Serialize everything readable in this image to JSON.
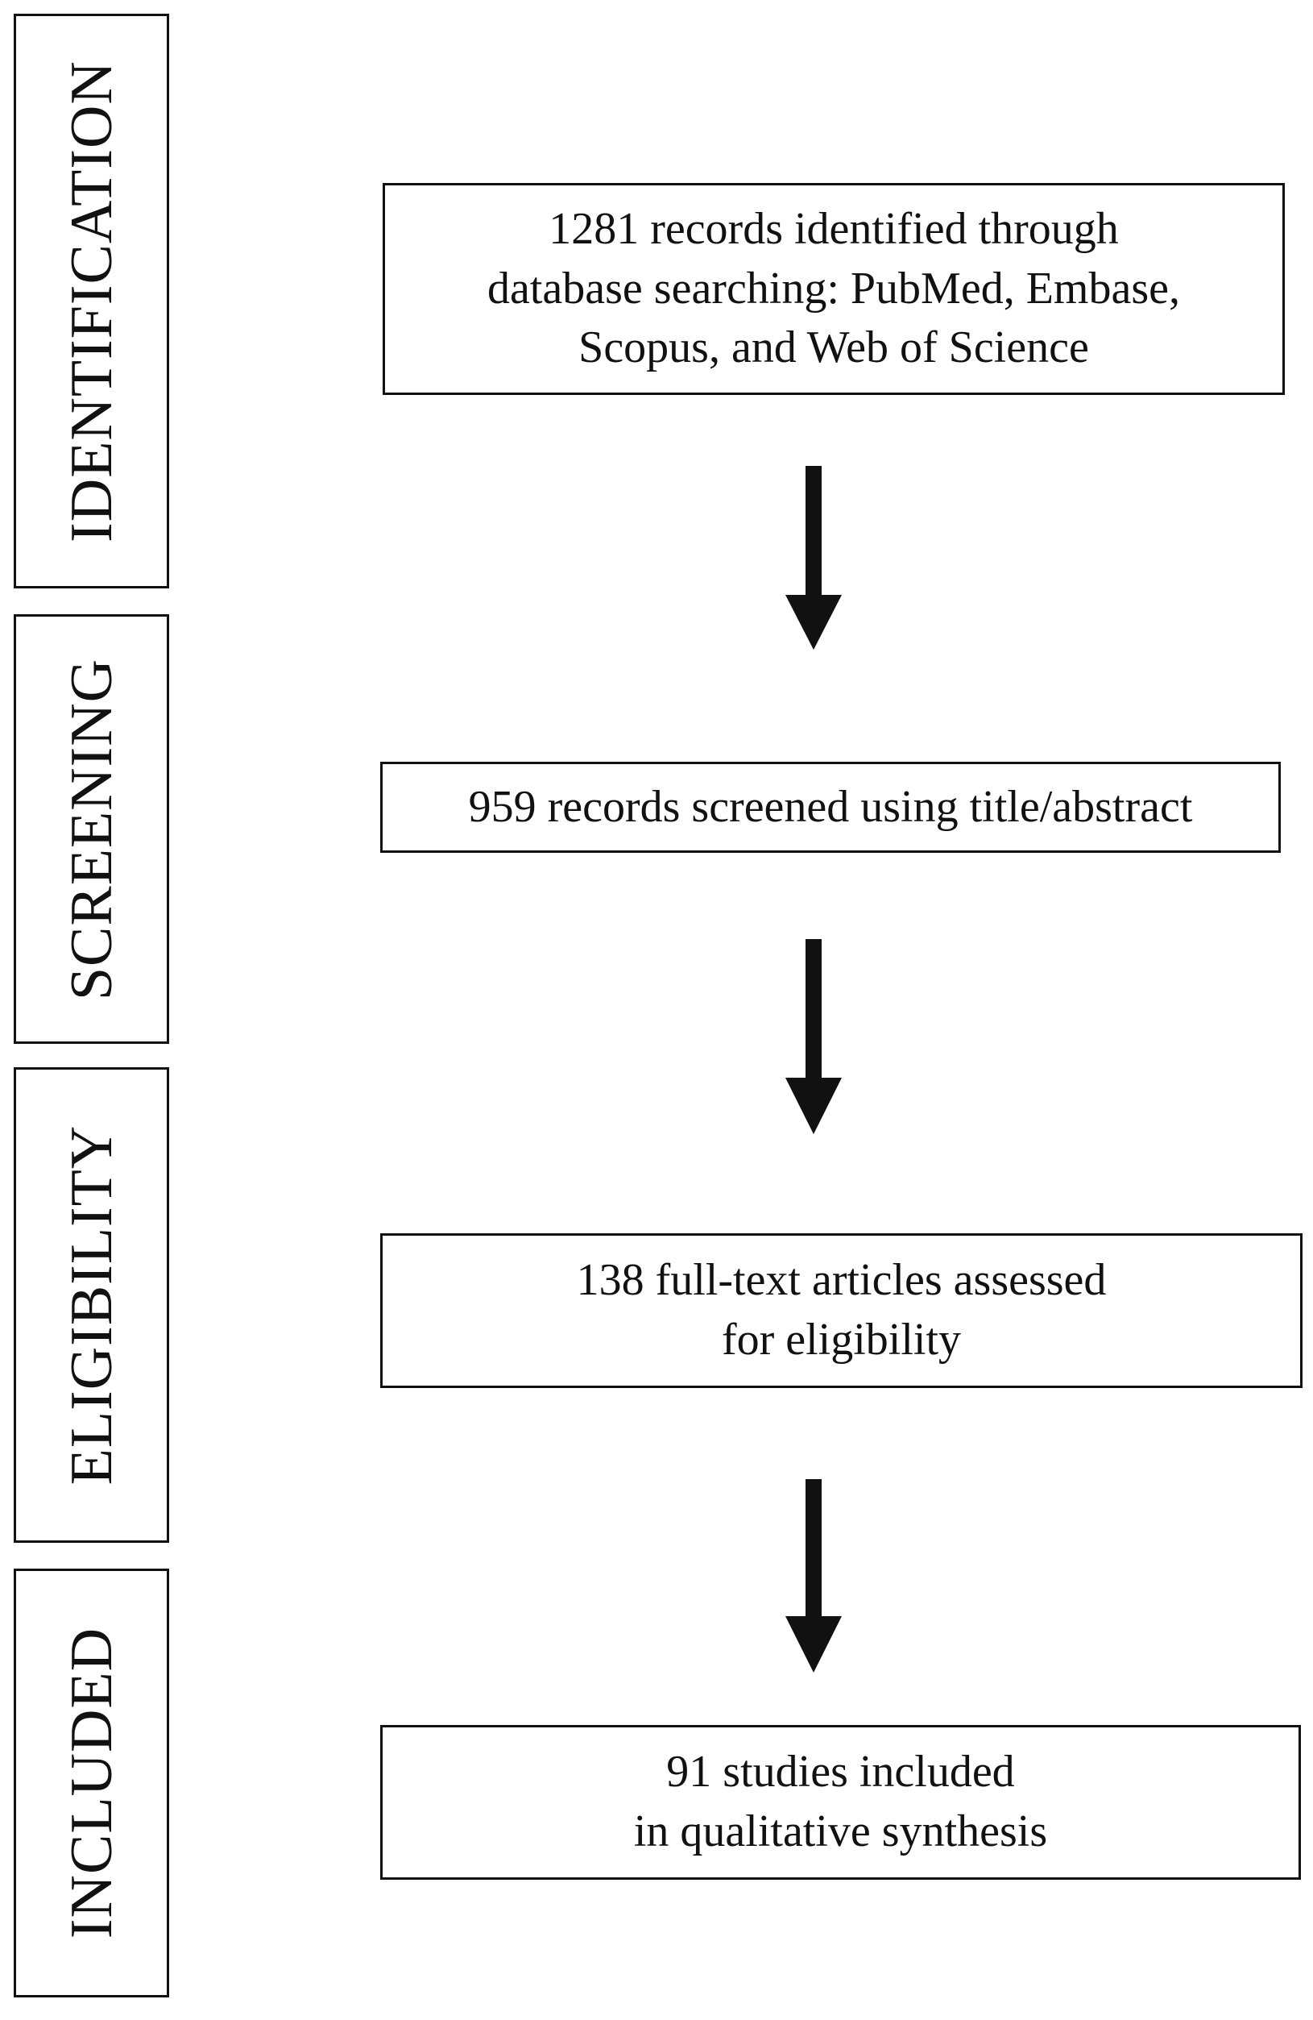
{
  "stages": [
    {
      "id": "identification",
      "label": "IDENTIFICATION"
    },
    {
      "id": "screening",
      "label": "SCREENING"
    },
    {
      "id": "eligibility",
      "label": "ELIGIBILITY"
    },
    {
      "id": "included",
      "label": "INCLUDED"
    }
  ],
  "boxes": {
    "identification": {
      "lines": [
        "1281 records identified through",
        "database searching: PubMed, Embase,",
        "Scopus, and Web of Science"
      ]
    },
    "screening": {
      "lines": [
        "959 records screened using title/abstract"
      ]
    },
    "eligibility": {
      "lines": [
        "138 full-text articles assessed",
        "for eligibility"
      ]
    },
    "included": {
      "lines": [
        "91 studies included",
        "in qualitative synthesis"
      ]
    }
  }
}
